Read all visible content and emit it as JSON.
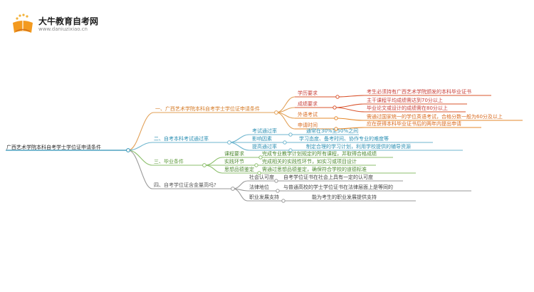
{
  "header": {
    "title": "大牛教育自考网",
    "url": "www.daniuzixiao.cn"
  },
  "mindmap": {
    "root": "广西艺术学院本科自考学士学位证申请条件",
    "branches": [
      {
        "label": "一、广西艺术学院本科自考学士学位证申请条件",
        "children": [
          {
            "label": "学历要求",
            "details": [
              "考生必须持有广西艺术学院颁发的本科毕业证书"
            ]
          },
          {
            "label": "成绩要求",
            "details": [
              "主干课程平均成绩需达到70分以上",
              "毕业论文或设计的成绩需在80分以上"
            ]
          },
          {
            "label": "外语考试",
            "details": [
              "需通过国家统一的学位英语考试，合格分数一般为60分及以上"
            ]
          },
          {
            "label": "申请时间",
            "details": [
              "应在获得本科毕业证书后的两年内提出申请"
            ]
          }
        ]
      },
      {
        "label": "二、自考本科考试通过率",
        "children": [
          {
            "label": "考试通过率",
            "details": [
              "通常在30%至50%之间"
            ]
          },
          {
            "label": "影响因素",
            "details": [
              "学习态度、备考时间、协作专业的难度等"
            ]
          },
          {
            "label": "提高通过率",
            "details": [
              "制定合理的学习计划，利用学校提供的辅导资源"
            ]
          }
        ]
      },
      {
        "label": "三、毕业条件",
        "children": [
          {
            "label": "课程要求",
            "details": [
              "完成专业教学计划规定的所有课程，并取得合格成绩"
            ]
          },
          {
            "label": "实践环节",
            "details": [
              "完成相关的实践性环节，如实习或项目设计"
            ]
          },
          {
            "label": "思想品德鉴定",
            "details": [
              "需通过思想品德鉴定，确保符合学校的道德标准"
            ]
          }
        ]
      },
      {
        "label": "四、自考学位证含金量高吗?",
        "children": [
          {
            "label": "社会认可度",
            "details": [
              "自考学位证书在社会上具有一定的认可度"
            ]
          },
          {
            "label": "法律地位",
            "details": [
              "与普通高校的学士学位证书在法律层面上是等同的"
            ]
          },
          {
            "label": "职业发展支持",
            "details": [
              "能为考生的职业发展提供支持"
            ]
          }
        ]
      }
    ]
  }
}
